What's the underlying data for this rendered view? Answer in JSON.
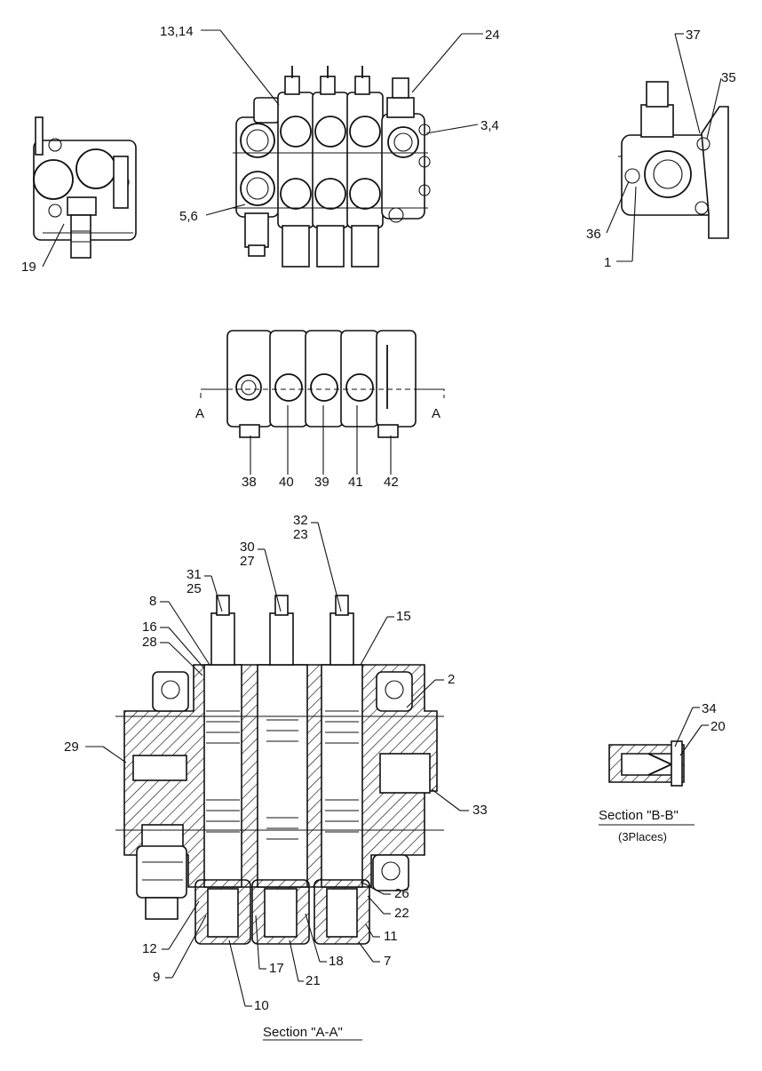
{
  "views": {
    "front": {
      "labels": [
        "13,14",
        "24",
        "3,4",
        "5,6",
        "19"
      ]
    },
    "side": {
      "labels": [
        "37",
        "35",
        "36",
        "1"
      ]
    },
    "top": {
      "labels": [
        "38",
        "40",
        "39",
        "41",
        "42"
      ],
      "section_marks": [
        "A",
        "A"
      ]
    },
    "section_aa": {
      "labels_top": [
        "32",
        "23",
        "30",
        "27",
        "31",
        "25",
        "8",
        "16",
        "28",
        "15",
        "2",
        "29",
        "33",
        "26",
        "22",
        "11",
        "7",
        "12",
        "9",
        "17",
        "21",
        "18",
        "10"
      ],
      "caption": "Section \"A-A\""
    },
    "section_bb": {
      "labels": [
        "34",
        "20"
      ],
      "caption": "Section \"B-B\"",
      "subcaption": "(3Places)"
    }
  }
}
